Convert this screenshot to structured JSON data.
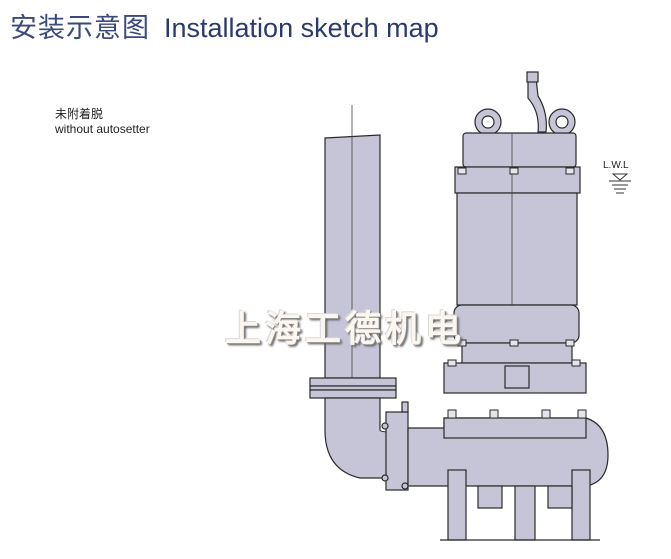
{
  "header": {
    "title_zh": "安装示意图",
    "title_en": "Installation sketch map"
  },
  "caption": {
    "line_zh": "未附着脱",
    "line_en": "without autosetter"
  },
  "level_marker": {
    "label": "L.W.L"
  },
  "watermark": {
    "text": "上海工德机电"
  },
  "colors": {
    "title": "#2b3a6e",
    "pump_fill": "#c5c5d7",
    "outline": "#2a2a2a"
  }
}
